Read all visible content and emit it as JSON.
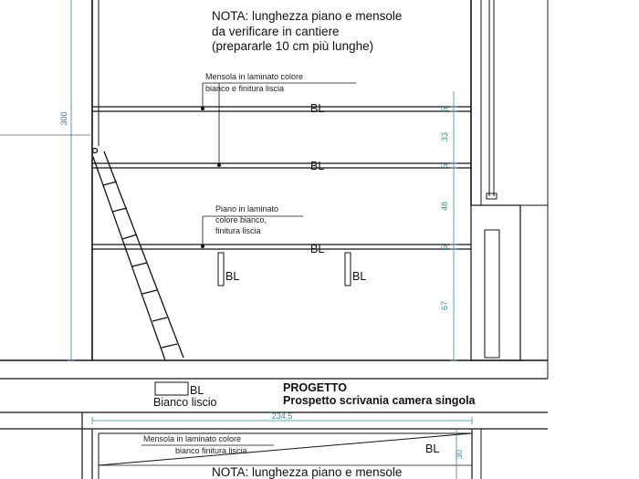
{
  "top_note": {
    "line1": "NOTA: lunghezza piano e mensole",
    "line2": "da verificare in cantiere",
    "line3": "(prepararle 10 cm più lunghe)"
  },
  "callouts": {
    "mensola_line1": "Mensola in laminato colore",
    "mensola_line2": "bianco e finitura liscia",
    "piano_line1": "Piano in laminato",
    "piano_line2": "colore bianco,",
    "piano_line3": "finitura liscia"
  },
  "material_code": "BL",
  "dimensions": {
    "height_total": "300",
    "d1": "5",
    "d2": "33",
    "d3": "5",
    "d4": "48",
    "d5": "5",
    "d6": "67",
    "width_bottom": "234.5",
    "h_bottom": "30"
  },
  "legend": {
    "code": "BL",
    "description": "Bianco liscio"
  },
  "title_block": {
    "line1": "PROGETTO",
    "line2": "Prospetto scrivania camera singola"
  },
  "bottom_callout": {
    "line1": "Mensola in laminato colore",
    "line2": "bianco finitura liscia"
  },
  "bottom_note": {
    "line1": "NOTA: lunghezza piano e mensole"
  }
}
